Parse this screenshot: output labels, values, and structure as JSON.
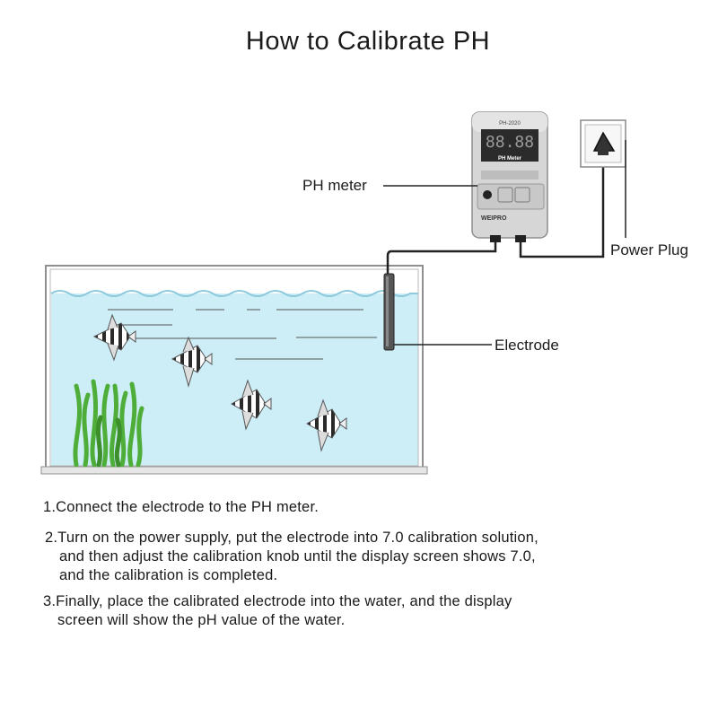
{
  "title": "How to Calibrate PH",
  "labels": {
    "ph_meter": "PH meter",
    "power_plug": "Power Plug",
    "electrode": "Electrode"
  },
  "device": {
    "model": "PH-2020",
    "name": "PH Meter",
    "display": "88.88",
    "brand": "WEIPRO"
  },
  "steps": [
    {
      "lines": [
        "1.Connect the electrode to the PH meter."
      ]
    },
    {
      "lines": [
        "2.Turn on the power supply, put the electrode into 7.0 calibration solution,",
        "and then adjust the calibration knob until the display screen shows 7.0,",
        "and the calibration is completed."
      ]
    },
    {
      "lines": [
        "3.Finally, place the calibrated electrode into the water, and the display",
        "screen will show the pH value of the water."
      ]
    }
  ],
  "colors": {
    "water": "#cdeef7",
    "glass": "#9a9a9a",
    "plant": "#4fae3a",
    "meter_body": "#d6d6d6",
    "meter_display": "#2b2b2b",
    "fish_stripe": "#2a2a2a"
  }
}
